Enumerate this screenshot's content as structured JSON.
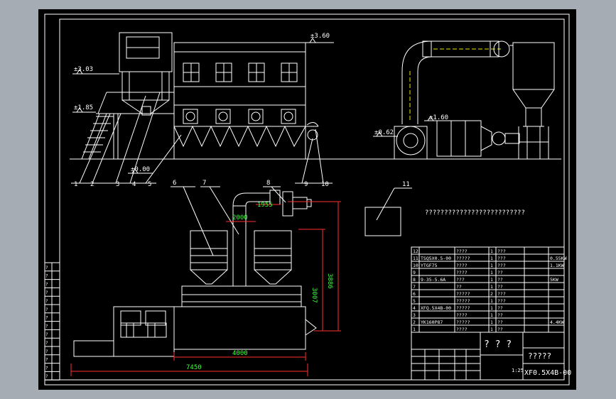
{
  "elevations": {
    "e360": "±3.60",
    "e303": "±3.03",
    "e185": "±1.85",
    "e000": "±0.00",
    "e160": "±1.60",
    "e062": "±0.62"
  },
  "part_numbers": [
    "1",
    "2",
    "3",
    "4",
    "5",
    "6",
    "7",
    "8",
    "9",
    "10",
    "11"
  ],
  "dimensions": {
    "d2000": "2000",
    "d1955": "1955",
    "d3886": "3886",
    "d3007": "3007",
    "d4000": "4000",
    "d7450": "7450"
  },
  "note_text": "??????????????????????????",
  "parts_table": {
    "rows": [
      {
        "no": "12",
        "code": "",
        "name": "????",
        "qty": "1",
        "mat": "???",
        "note": ""
      },
      {
        "no": "11",
        "code": "TSQ5X0.5-00",
        "name": "?????",
        "qty": "1",
        "mat": "???",
        "note": "0.55KW"
      },
      {
        "no": "10",
        "code": "YTGF75",
        "name": "????",
        "qty": "1",
        "mat": "???",
        "note": "1.1KW"
      },
      {
        "no": "9",
        "code": "",
        "name": "????",
        "qty": "1",
        "mat": "??",
        "note": ""
      },
      {
        "no": "8",
        "code": "9-35-5.6A",
        "name": "???",
        "qty": "1",
        "mat": "??",
        "note": "5KW"
      },
      {
        "no": "7",
        "code": "",
        "name": "??",
        "qty": "1",
        "mat": "??",
        "note": ""
      },
      {
        "no": "6",
        "code": "",
        "name": "?????",
        "qty": "2",
        "mat": "???",
        "note": ""
      },
      {
        "no": "5",
        "code": "",
        "name": "?????",
        "qty": "1",
        "mat": "???",
        "note": ""
      },
      {
        "no": "4",
        "code": "XFQ.5X4B-00",
        "name": "?????",
        "qty": "1",
        "mat": "??",
        "note": ""
      },
      {
        "no": "3",
        "code": "",
        "name": "????",
        "qty": "1",
        "mat": "??",
        "note": ""
      },
      {
        "no": "2",
        "code": "YK160P87",
        "name": "?????",
        "qty": "1",
        "mat": "??",
        "note": "4.4KW"
      },
      {
        "no": "1",
        "code": "",
        "name": "????",
        "qty": "1",
        "mat": "??",
        "note": ""
      }
    ],
    "header": {
      "no": "??",
      "code": "?",
      "name": "??",
      "qty": "?",
      "mat": "??",
      "note": "??"
    }
  },
  "title_block": {
    "big_title": "? ? ?",
    "company": "?????",
    "drawing_no": "XF0.5X4B-00",
    "scale": "1:25"
  },
  "left_strip": [
    "?",
    "?",
    "?",
    "?",
    "?",
    "?",
    "?",
    "?",
    "?",
    "?",
    "?",
    "?",
    "?",
    "?"
  ]
}
